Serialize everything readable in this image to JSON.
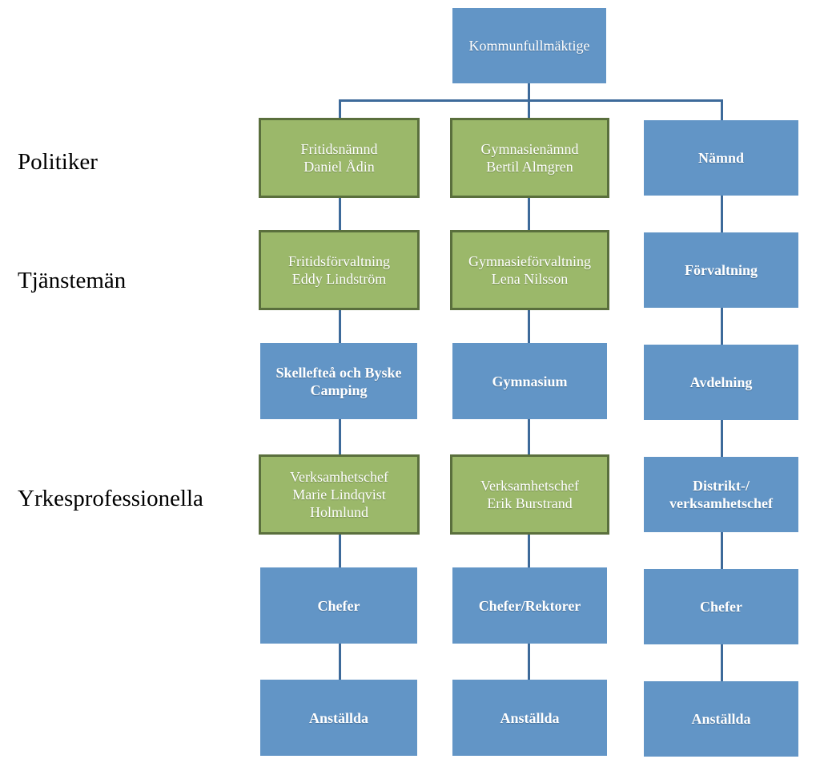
{
  "levels": {
    "politiker": "Politiker",
    "tjansteman": "Tjänstemän",
    "yrkesprofessionella": "Yrkesprofessionella"
  },
  "top": {
    "line1": "Kommunfullmäktige"
  },
  "columns": [
    {
      "nodes": [
        {
          "line1": "Fritidsnämnd",
          "line2": "Daniel Ådin"
        },
        {
          "line1": "Fritidsförvaltning",
          "line2": "Eddy Lindström"
        },
        {
          "line1": "Skellefteå och Byske",
          "line2": "Camping"
        },
        {
          "line1": "Verksamhetschef",
          "line2": "Marie Lindqvist",
          "line3": "Holmlund"
        },
        {
          "line1": "Chefer"
        },
        {
          "line1": "Anställda"
        }
      ]
    },
    {
      "nodes": [
        {
          "line1": "Gymnasienämnd",
          "line2": "Bertil Almgren"
        },
        {
          "line1": "Gymnasieförvaltning",
          "line2": "Lena Nilsson"
        },
        {
          "line1": "Gymnasium"
        },
        {
          "line1": "Verksamhetschef",
          "line2": "Erik Burstrand"
        },
        {
          "line1": "Chefer/Rektorer"
        },
        {
          "line1": "Anställda"
        }
      ]
    },
    {
      "nodes": [
        {
          "line1": "Nämnd"
        },
        {
          "line1": "Förvaltning"
        },
        {
          "line1": "Avdelning"
        },
        {
          "line1": "Distrikt-/",
          "line2": "verksamhetschef"
        },
        {
          "line1": "Chefer"
        },
        {
          "line1": "Anställda"
        }
      ]
    }
  ],
  "colors": {
    "blue_fill": "#6295c6",
    "green_fill": "#9bb86a",
    "green_border": "#5a6f3d",
    "connector": "#3d6a9a"
  }
}
